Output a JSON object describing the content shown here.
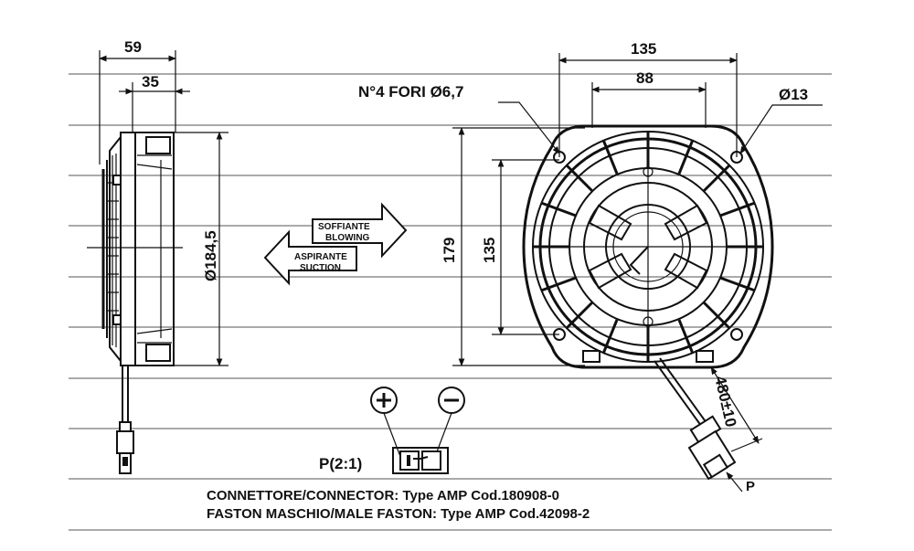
{
  "dimensions": {
    "depth_total": "59",
    "depth_body": "35",
    "diameter_body": "Ø184,5",
    "width_total": "135",
    "hole_spacing": "88",
    "holes": "N°4 FORI Ø6,7",
    "hub_diameter": "Ø13",
    "height_total": "179",
    "height_inner": "135",
    "cable_length": "480±10"
  },
  "airflow": {
    "blowing_it": "SOFFIANTE",
    "blowing_en": "BLOWING",
    "suction_it": "ASPIRANTE",
    "suction_en": "SUCTION"
  },
  "connector": {
    "plus_symbol": "+",
    "minus_symbol": "−",
    "scale_label": "P(2:1)",
    "pointer_label": "P"
  },
  "notes": {
    "line1": "CONNETTORE/CONNECTOR: Type AMP Cod.180908-0",
    "line2": "FASTON MASCHIO/MALE FASTON: Type AMP  Cod.42098-2"
  }
}
